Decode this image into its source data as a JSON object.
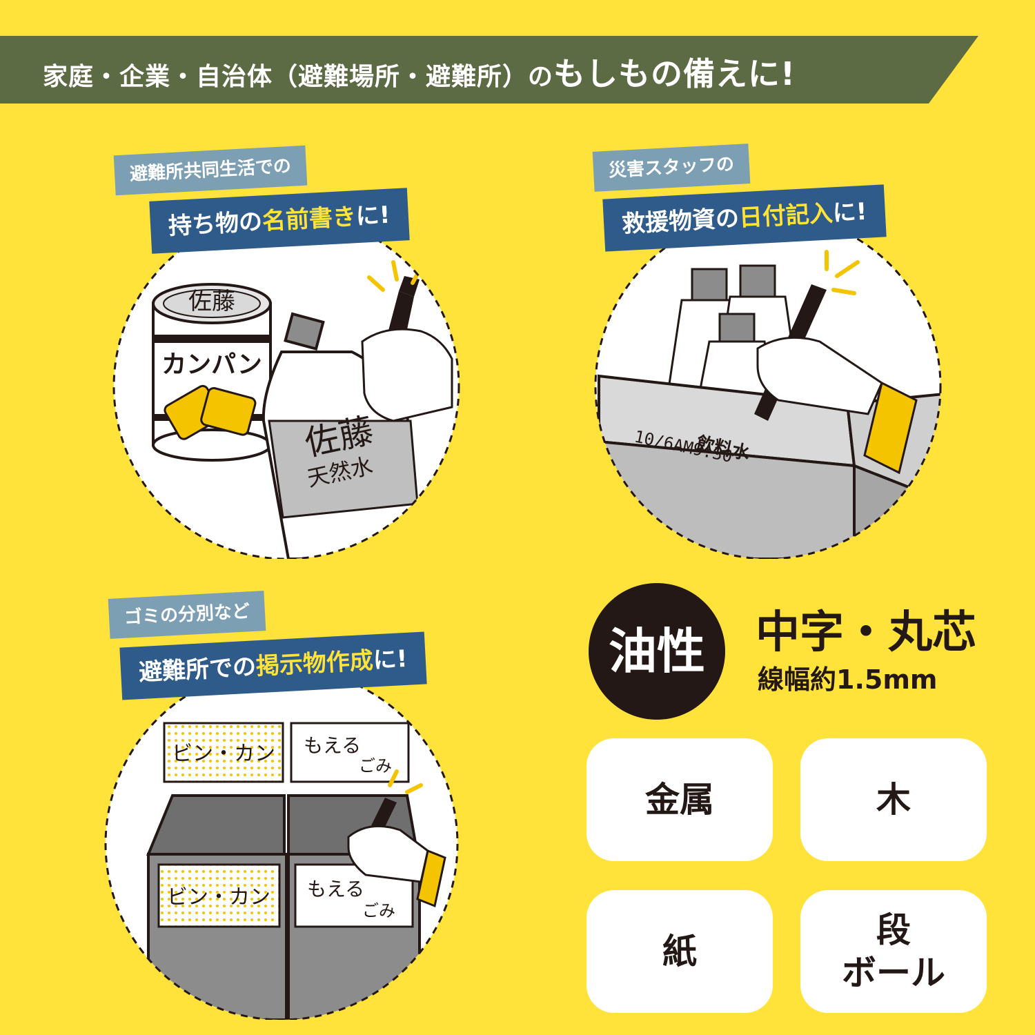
{
  "headline": {
    "text_main": "家庭・企業・自治体（避難場所・避難所）の",
    "text_emph": "もしもの備えに!"
  },
  "panels": [
    {
      "tag_small": "避難所共同生活での",
      "tag_big_pre": "持ち物の",
      "tag_big_hl": "名前書き",
      "tag_big_post": "に!",
      "illustration": {
        "can_lid_text": "佐藤",
        "can_label_text": "カンパン",
        "bottle_name_text": "佐藤",
        "bottle_sub_text": "天然水"
      }
    },
    {
      "tag_small": "災害スタッフの",
      "tag_big_pre": "救援物資の",
      "tag_big_hl": "日付記入",
      "tag_big_post": "に!",
      "illustration": {
        "box_date_text": "10/6AM9:30",
        "box_item_text": "飲料水"
      }
    },
    {
      "tag_small": "ゴミの分別など",
      "tag_big_pre": "避難所での",
      "tag_big_hl": "掲示物作成",
      "tag_big_post": "に!",
      "illustration": {
        "sign_1": "ビン・カン",
        "sign_2_a": "もえる",
        "sign_2_b": "ごみ",
        "box_sign_1": "ビン・カン",
        "box_sign_2_a": "もえる",
        "box_sign_2_b": "ごみ"
      }
    }
  ],
  "spec": {
    "badge": "油性",
    "title": "中字・丸芯",
    "width": "線幅約1.5mm"
  },
  "materials": [
    "金属",
    "木",
    "紙",
    "段\nボール"
  ],
  "colors": {
    "background": "#ffe23a",
    "banner": "#5d6b45",
    "tag_small": "#7d9fb3",
    "tag_big": "#2e5b8a",
    "highlight": "#ffe23a",
    "ink": "#231815"
  }
}
